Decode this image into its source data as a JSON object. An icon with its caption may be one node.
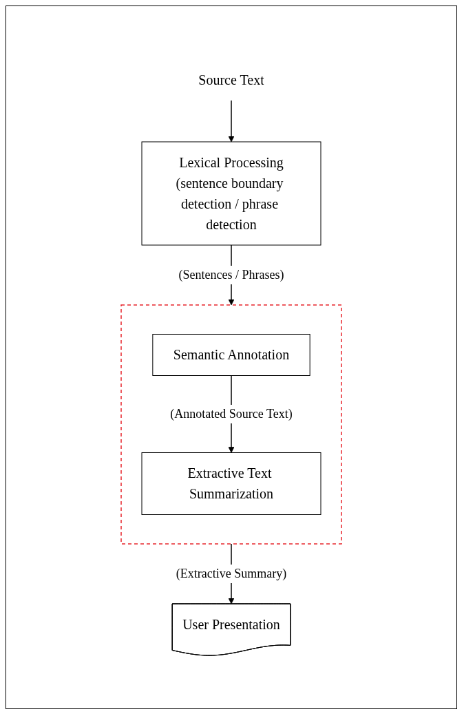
{
  "diagram": {
    "nodes": [
      {
        "text": [
          "Source Text"
        ]
      },
      {
        "text": [
          "Lexical Processing",
          "(sentence boundary detection / phrase detection"
        ]
      },
      {
        "text": [],
        "shape": "box"
      },
      {
        "text": [
          "Semantic Annotation"
        ],
        "in": 2
      },
      {
        "text": [
          "Extractive Text Summarization"
        ],
        "in": 2
      },
      {
        "text": [
          "User Presentation"
        ]
      }
    ],
    "edges": [
      {
        "from": 0,
        "to": 1,
        "arrow": "to"
      },
      {
        "from": 1,
        "to": 2,
        "arrow": "to",
        "label": "(Sentences / Phrases)"
      },
      {
        "from": 3,
        "to": 4,
        "arrow": "to",
        "label": "(Annotated Source Text)"
      },
      {
        "from": 2,
        "to": 5,
        "arrow": "to",
        "label": "(Extractive Summary)"
      }
    ]
  }
}
